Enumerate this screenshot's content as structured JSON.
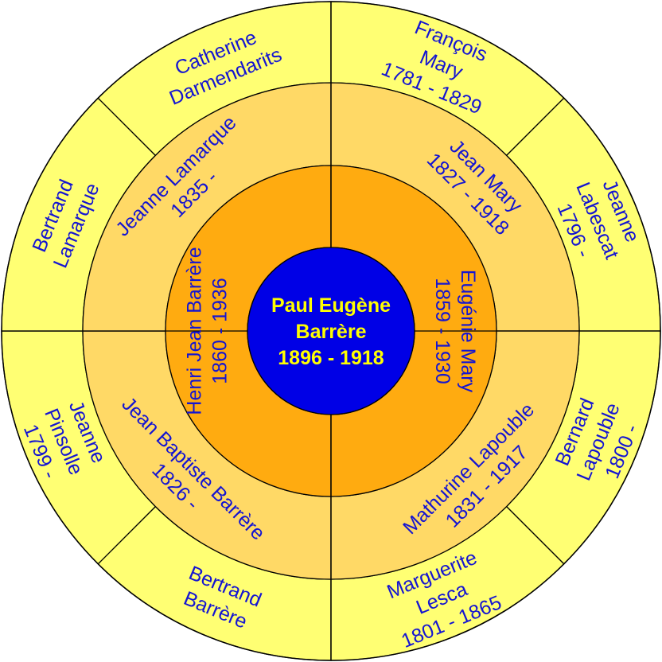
{
  "colors": {
    "center_fill": "#0000e6",
    "center_text": "#ffff00",
    "ring1_fill": "#ffab10",
    "ring2_fill": "#ffd966",
    "ring3_fill": "#ffff73",
    "outline": "#000000",
    "name_text": "#1414d2",
    "background": "#ffffff"
  },
  "subject": {
    "lines": [
      "Paul Eugène",
      "Barrère",
      "1896 - 1918"
    ]
  },
  "parents": [
    {
      "role": "father",
      "lines": [
        "Henri Jean Barrère",
        "1860 - 1936"
      ]
    },
    {
      "role": "mother",
      "lines": [
        "Eugénie Mary",
        "1859 - 1930"
      ]
    }
  ],
  "grandparents": [
    {
      "role": "paternal-grandfather",
      "lines": [
        "Jean Baptiste Barrère",
        "1826 -"
      ]
    },
    {
      "role": "paternal-grandmother",
      "lines": [
        "Jeanne Lamarque",
        "1835 -"
      ]
    },
    {
      "role": "maternal-grandfather",
      "lines": [
        "Jean Mary",
        "1827 - 1918"
      ]
    },
    {
      "role": "maternal-grandmother",
      "lines": [
        "Mathurine Lapouble",
        "1831 - 1917"
      ]
    }
  ],
  "great_grandparents": [
    {
      "role": "ggf-barrere",
      "lines": [
        "Bertrand",
        "Barrère"
      ]
    },
    {
      "role": "ggm-pinsolle",
      "lines": [
        "Jeanne",
        "Pinsolle",
        "1799 -"
      ]
    },
    {
      "role": "ggf-lamarque",
      "lines": [
        "Bertrand",
        "Lamarque"
      ]
    },
    {
      "role": "ggm-darmendarits",
      "lines": [
        "Catherine",
        "Darmendarits"
      ]
    },
    {
      "role": "ggf-mary",
      "lines": [
        "François",
        "Mary",
        "1781 - 1829"
      ]
    },
    {
      "role": "ggm-labescat",
      "lines": [
        "Jeanne",
        "Labescat",
        "1796 -"
      ]
    },
    {
      "role": "ggf-lapouble",
      "lines": [
        "Bernard",
        "Lapouble",
        "1800 -"
      ]
    },
    {
      "role": "ggm-lesca",
      "lines": [
        "Marguerite",
        "Lesca",
        "1801 - 1865"
      ]
    }
  ]
}
